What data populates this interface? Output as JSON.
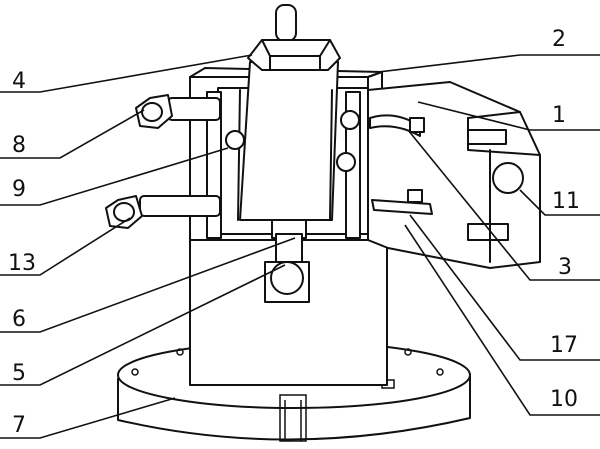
{
  "labels": {
    "n1": "1",
    "n2": "2",
    "n3": "3",
    "n4": "4",
    "n5": "5",
    "n6": "6",
    "n7": "7",
    "n8": "8",
    "n9": "9",
    "n10": "10",
    "n11": "11",
    "n13": "13",
    "n17": "17"
  }
}
